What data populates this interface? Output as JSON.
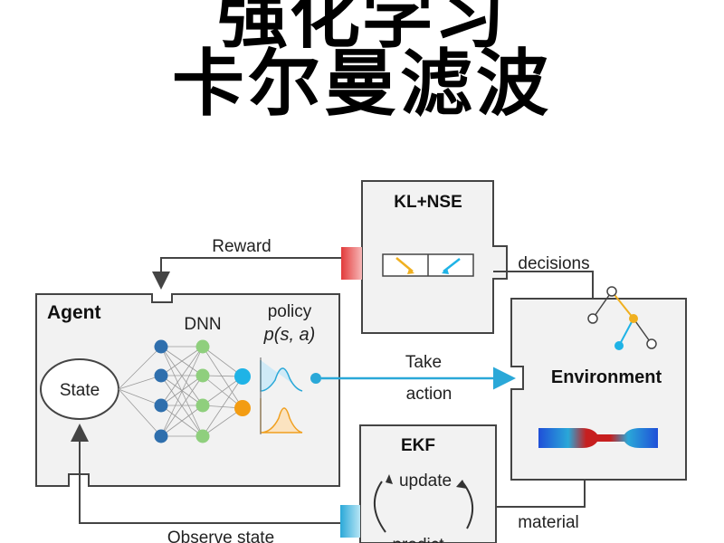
{
  "title": {
    "top_line": "强化学习",
    "main_line": "卡尔曼滤波"
  },
  "diagram": {
    "kl_box": {
      "label": "KL+NSE"
    },
    "reward": {
      "label": "Reward"
    },
    "decisions": {
      "label": "decisions"
    },
    "agent": {
      "label": "Agent",
      "dnn_label": "DNN",
      "policy_label": "policy",
      "policy_formula": "p(s, a)",
      "state_label": "State"
    },
    "action": {
      "label_line1": "Take",
      "label_line2": "action"
    },
    "environment": {
      "label": "Environment"
    },
    "ekf": {
      "label": "EKF",
      "update_label": "update",
      "predict_label": "predict"
    },
    "observe": {
      "label": "Observe state"
    },
    "material": {
      "label": "material"
    },
    "colors": {
      "node_blue": "#2f6fad",
      "node_green": "#8fcf7d",
      "output_cyan": "#1fb3e6",
      "output_orange": "#f39c12",
      "action_arrow": "#2aa8d8",
      "reward_plug": "#e23a3a",
      "observe_plug": "#2aa8d8",
      "panel_fill": "#f2f2f2",
      "outline": "#444444"
    }
  }
}
